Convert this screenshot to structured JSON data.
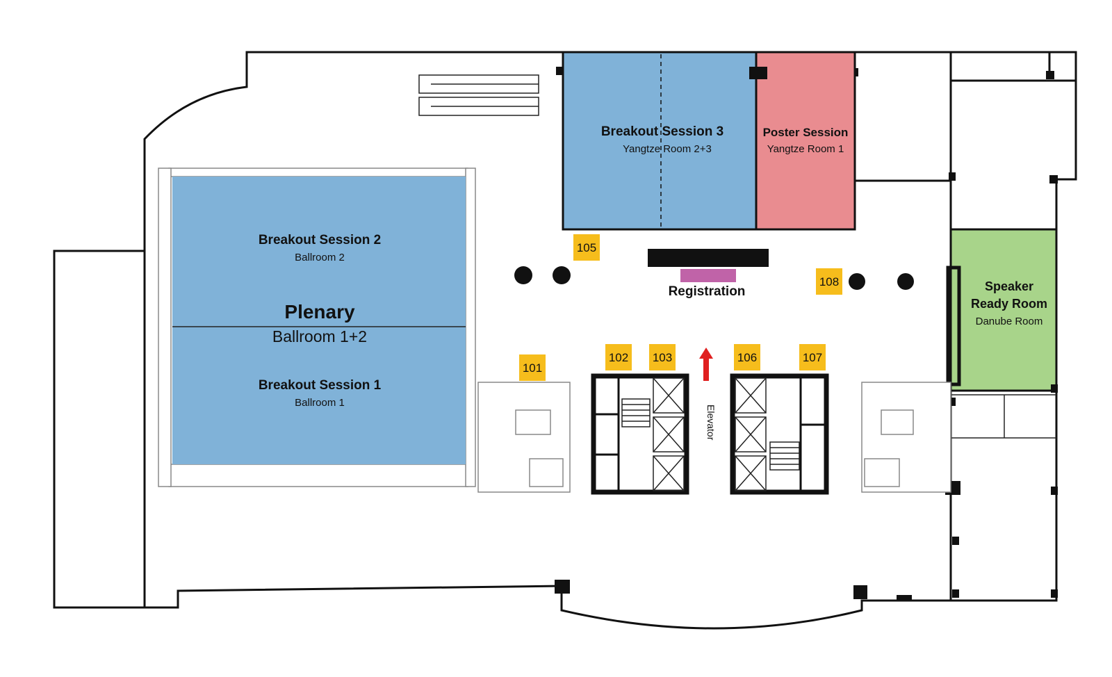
{
  "rooms": {
    "breakout2": {
      "title": "Breakout Session 2",
      "sub": "Ballroom 2",
      "color": "#80b2d8"
    },
    "plenary": {
      "title": "Plenary",
      "sub": "Ballroom 1+2"
    },
    "breakout1": {
      "title": "Breakout Session 1",
      "sub": "Ballroom 1",
      "color": "#80b2d8"
    },
    "breakout3": {
      "title": "Breakout Session 3",
      "sub": "Yangtze Room 2+3",
      "color": "#80b2d8"
    },
    "poster": {
      "title": "Poster Session",
      "sub": "Yangtze Room 1",
      "color": "#e98c90"
    },
    "speaker": {
      "title_line1": "Speaker",
      "title_line2": "Ready Room",
      "sub": "Danube Room",
      "color": "#a8d48a"
    }
  },
  "registration": {
    "label": "Registration",
    "desk_color": "#111111",
    "accent_color": "#c063a8"
  },
  "elevator": {
    "label": "Elevator",
    "arrow_color": "#e02020"
  },
  "tags": {
    "color": "#f6bd1c",
    "t101": "101",
    "t102": "102",
    "t103": "103",
    "t105": "105",
    "t106": "106",
    "t107": "107",
    "t108": "108"
  }
}
